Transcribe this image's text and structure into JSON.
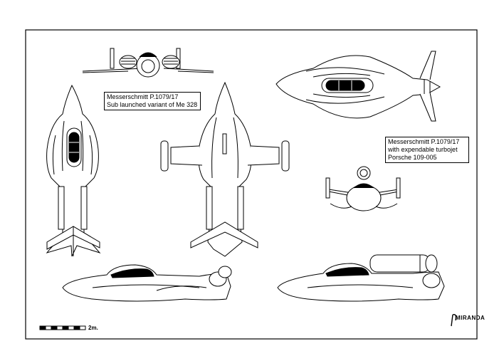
{
  "labels": {
    "variant_a": [
      "Messerschmitt P.1079/17",
      "Sub launched variant of Me 328"
    ],
    "variant_b": [
      "Messerschmitt P.1079/17",
      "with expendable turbojet",
      "Porsche 109-005"
    ]
  },
  "scale": {
    "text": "2m."
  },
  "signature": "MIRANDA",
  "colors": {
    "line": "#000000",
    "background": "#ffffff",
    "canopy": "#000000"
  }
}
